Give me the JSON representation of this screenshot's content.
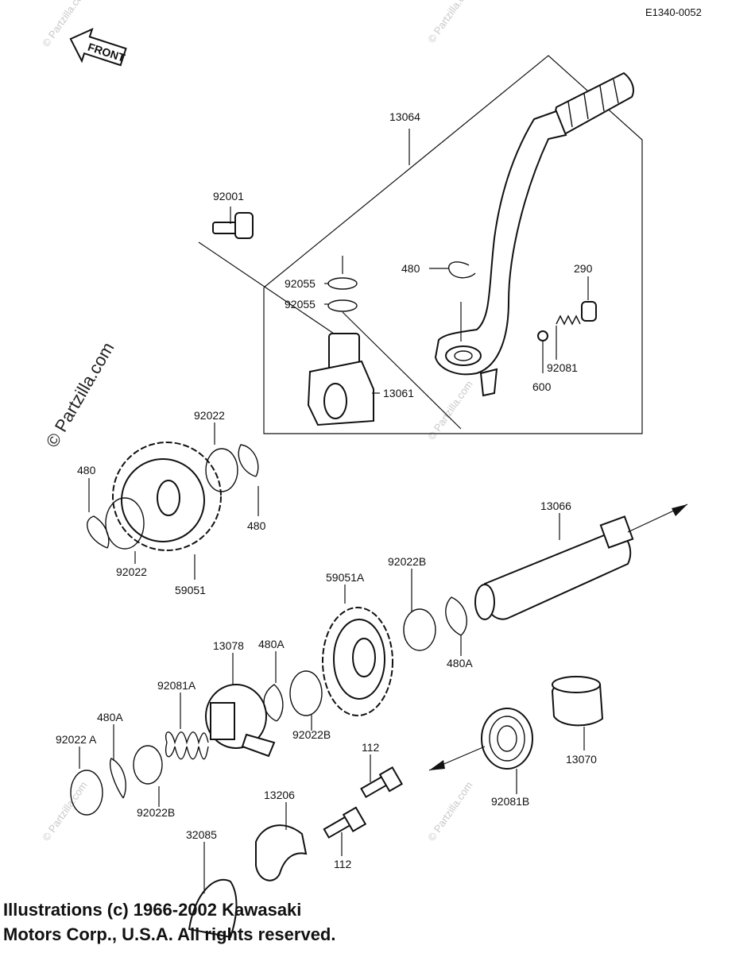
{
  "diagram_code": "E1340-0052",
  "front_label": "FRONT",
  "watermark_main": "© Partzilla.com",
  "watermark_small": "© Partzilla.com",
  "copyright_line1": "Illustrations (c) 1966-2002 Kawasaki",
  "copyright_line2": "Motors Corp., U.S.A.  All rights reserved.",
  "labels": {
    "p13064": "13064",
    "p92001": "92001",
    "p480_top": "480",
    "p290": "290",
    "p92055_a": "92055",
    "p92055_b": "92055",
    "p92081": "92081",
    "p600": "600",
    "p13061": "13061",
    "p92022_top": "92022",
    "p480_left": "480",
    "p480_right": "480",
    "p92022_bottom": "92022",
    "p59051": "59051",
    "p13066": "13066",
    "p59051A": "59051A",
    "p92022B_top": "92022B",
    "p480A_mid": "480A",
    "p480A_right": "480A",
    "p13078": "13078",
    "p92081A": "92081A",
    "p92022B_mid": "92022B",
    "p480A_left": "480A",
    "p92022A": "92022 A",
    "p92022B_low": "92022B",
    "p112_top": "112",
    "p13070": "13070",
    "p13206": "13206",
    "p92081B": "92081B",
    "p32085": "32085",
    "p112_low": "112"
  }
}
